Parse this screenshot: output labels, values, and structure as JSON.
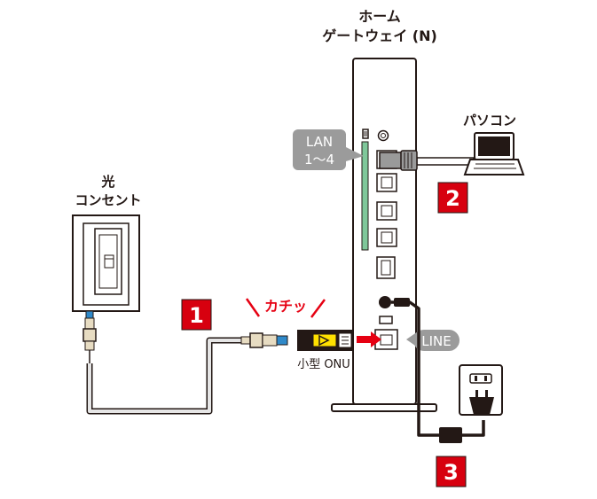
{
  "title": {
    "line1": "ホーム",
    "line2": "ゲートウェイ (N)"
  },
  "labels": {
    "outlet_line1": "光",
    "outlet_line2": "コンセント",
    "lan_line1": "LAN",
    "lan_line2": "1～4",
    "pc": "パソコン",
    "line": "LINE",
    "onu": "小型 ONU",
    "click": "カチッ"
  },
  "steps": [
    "1",
    "2",
    "3"
  ],
  "colors": {
    "step_red": "#d7000f",
    "arrow_red": "#e60012",
    "label_gray": "#9b9b9b",
    "led_green": "#7fc79a",
    "onu_yellow": "#ffe100",
    "connector_blue": "#2f89c9",
    "outline": "#231815"
  },
  "icons": [
    "optical-outlet-icon",
    "home-gateway-icon",
    "pc-laptop-icon",
    "onu-device-icon",
    "power-outlet-icon",
    "ac-adapter-icon"
  ]
}
